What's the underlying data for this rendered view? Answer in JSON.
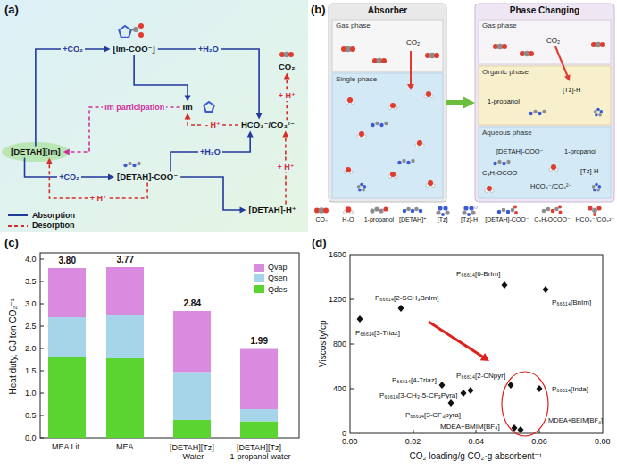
{
  "diagram": {
    "nodes": [
      {
        "text": [
          "[Im-COO⁻]"
        ]
      },
      {
        "text": [
          "Im"
        ]
      },
      {
        "text": [
          "[DETAH][Im]"
        ]
      },
      {
        "text": [
          "[DETAH]-COO⁻"
        ]
      },
      {
        "text": [
          "HCO₃⁻/CO₃²⁻"
        ]
      },
      {
        "text": [
          "CO₂"
        ]
      },
      {
        "text": [
          "[DETAH]-H⁺"
        ]
      },
      {
        "text": [
          "Absorber"
        ]
      },
      {
        "text": [
          "Gas phase"
        ],
        "in": 7
      },
      {
        "text": [
          "Single phase"
        ],
        "in": 7
      },
      {
        "text": [
          "Phase Changing"
        ]
      },
      {
        "text": [
          "Gas phase"
        ],
        "in": 10
      },
      {
        "text": [
          "Organic phase"
        ],
        "in": 10
      },
      {
        "text": [
          "Aqueous phase"
        ],
        "in": 10
      }
    ],
    "edges": [
      {
        "from": 2,
        "to": 0,
        "label": "+CO₂",
        "arrow": "to"
      },
      {
        "from": 0,
        "to": 4,
        "label": "+H₂O",
        "arrow": "to"
      },
      {
        "from": 0,
        "to": 1,
        "arrow": "to"
      },
      {
        "from": 4,
        "to": 1,
        "label": "- H⁺",
        "arrow": "to"
      },
      {
        "from": 4,
        "to": 5,
        "label": "+ H⁺",
        "arrow": "to"
      },
      {
        "from": 1,
        "to": 2,
        "label": "Im participation",
        "arrow": "to"
      },
      {
        "from": 2,
        "to": 3,
        "label": "+CO₂",
        "arrow": "to"
      },
      {
        "from": 3,
        "to": 2,
        "label": "+ H⁺",
        "arrow": "to"
      },
      {
        "from": 3,
        "to": 4,
        "label": "+H₂O",
        "arrow": "to"
      },
      {
        "from": 3,
        "to": 6,
        "arrow": "to"
      },
      {
        "from": 6,
        "to": 4,
        "label": "+ H⁺",
        "arrow": "to"
      },
      {
        "from": 7,
        "to": 10,
        "arrow": "to"
      }
    ],
    "labels": [
      "(a)",
      "(b)",
      "CO₂",
      "CO₂",
      "1-propanol",
      "[Tz]-H",
      "[DETAH]-COO⁻",
      "1-propanol",
      "C₃H₇OCOO⁻",
      "HCO₃⁻/CO₃²⁻",
      "[Tz]-H",
      "(c)",
      "Heat duty, GJ ton CO₂⁻¹",
      "0.0",
      "0.5",
      "1.0",
      "1.5",
      "2.0",
      "2.5",
      "3.0",
      "3.5",
      "4.0",
      "3.80",
      "3.77",
      "2.84",
      "1.99",
      "MEA Lit.",
      "MEA",
      "[DETAH][Tz] -Water",
      "[DETAH][Tz] -1-propanol-water",
      "(d)",
      "Viscosity/cp",
      "0",
      "400",
      "800",
      "1200",
      "1600",
      "0.00",
      "0.02",
      "0.04",
      "0.06",
      "0.08",
      "CO₂ loading/g CO₂·g absorbent⁻¹",
      "P₆₆₆₁₄[6-BrIm]",
      "P₆₆₆₁₄[BnIm]",
      "P₆₆₆₁₄[2-SCH₃BnIm]",
      "P₆₆₆₁₄[3-Triaz]",
      "P₆₆₆₁₄[4-Triaz]",
      "P₆₆₆₁₄[2-CNpyr]",
      "P₆₆₆₁₄[3-CH₃-5-CF₃Pyra]",
      "P₆₆₆₁₄[Inda]",
      "P₆₆₆₁₄[3-CF₃pyra]",
      "MDEA+BMIM[BF₄]",
      "MDEA+BEIM[BF₄]"
    ],
    "legend": [
      {
        "text": "Absorption"
      },
      {
        "text": "Desorption"
      },
      {
        "text": "CO₂"
      },
      {
        "text": "H₂O"
      },
      {
        "text": "1-propanol"
      },
      {
        "text": "[DETAH]⁺"
      },
      {
        "text": "[Tz]"
      },
      {
        "text": "[Tz]-H"
      },
      {
        "text": "[DETAH]-COO⁻"
      },
      {
        "text": "C₃H₇OCOO⁻"
      },
      {
        "text": "HCO₃⁻/CO₃²⁻"
      },
      {
        "text": "Qvap",
        "color": "#d98be0"
      },
      {
        "text": "Qsen",
        "color": "#a6d5ea"
      },
      {
        "text": "Qdes",
        "color": "#5ad431"
      }
    ]
  }
}
